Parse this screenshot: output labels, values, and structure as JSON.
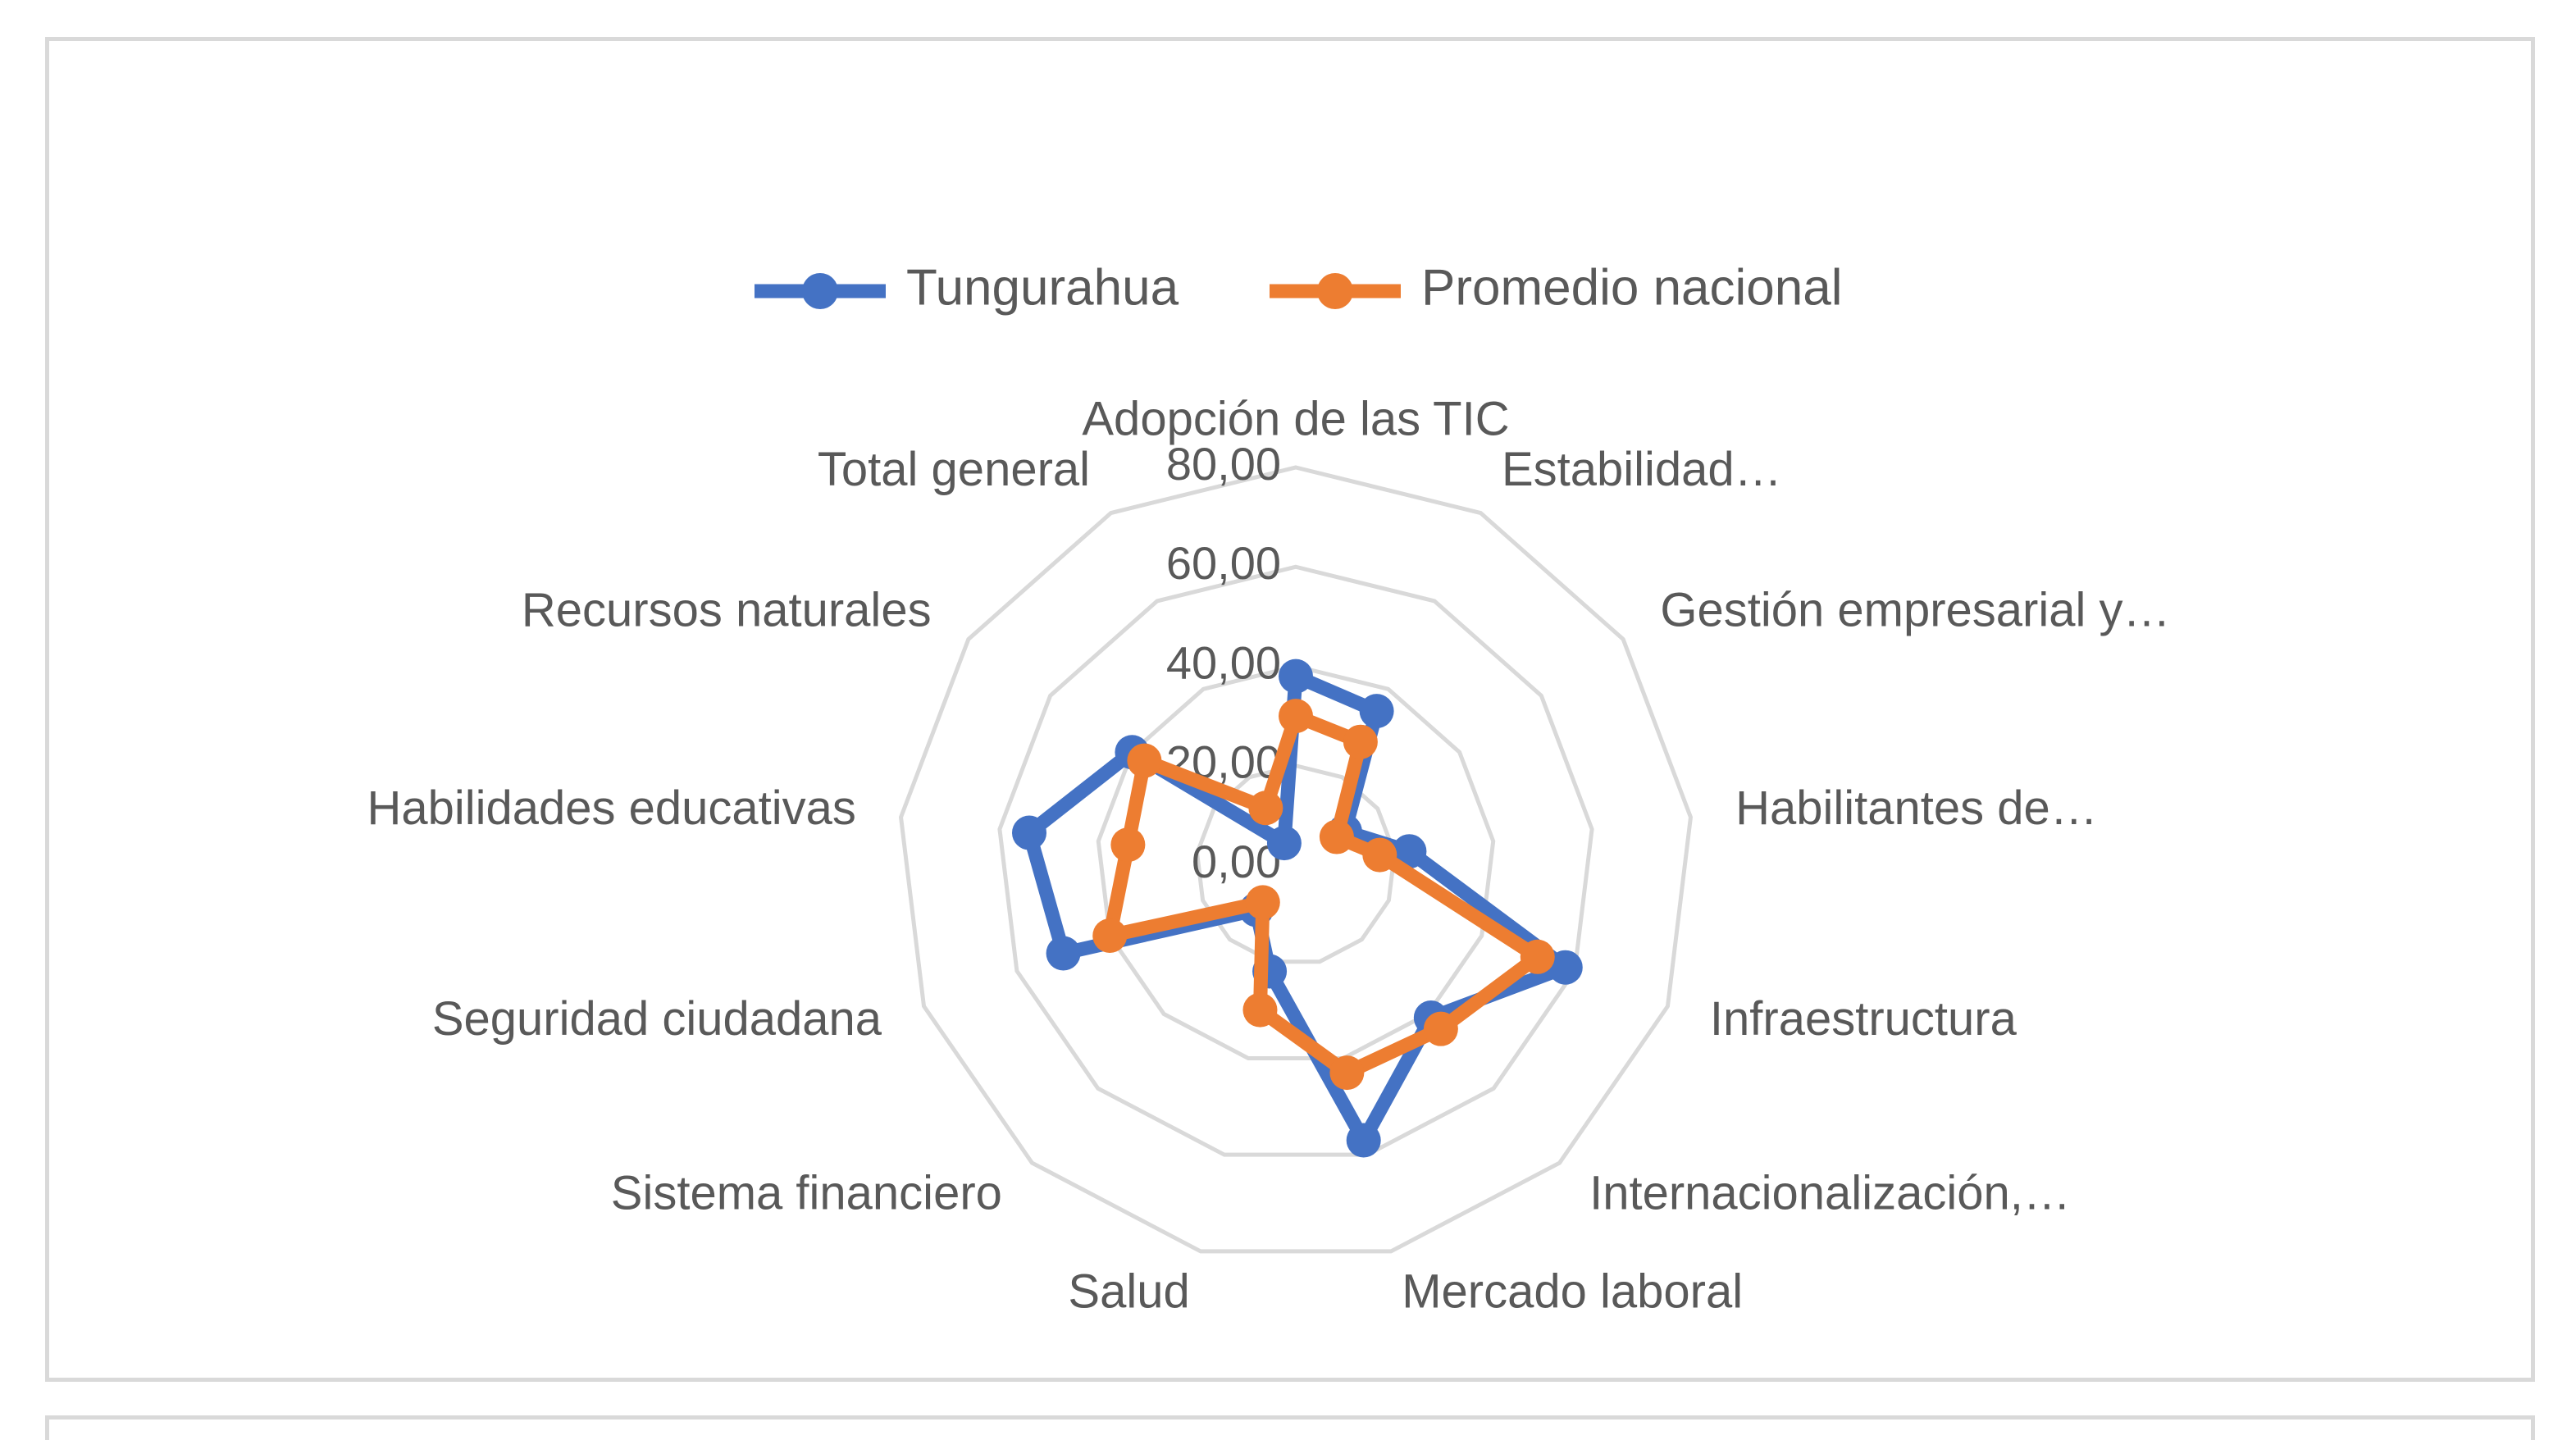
{
  "chart_data": {
    "type": "radar",
    "title": "",
    "categories": [
      "Adopción de las TIC",
      "Estabilidad…",
      "Gestión empresarial y…",
      "Habilitantes de…",
      "Infraestructura",
      "Internacionalización,…",
      "Mercado laboral",
      "Salud",
      "Sistema financiero",
      "Seguridad ciudadana",
      "Habilidades educativas",
      "Recursos naturales",
      "Total general"
    ],
    "radial_ticks": [
      "0,00",
      "20,00",
      "40,00",
      "60,00",
      "80,00"
    ],
    "radial_range": [
      0,
      80
    ],
    "grid": true,
    "legend_position": "top",
    "series": [
      {
        "name": "Tungurahua",
        "color": "#4472c4",
        "values": [
          38,
          35,
          12,
          23,
          58,
          41,
          57,
          22,
          12,
          50,
          54,
          40,
          5
        ]
      },
      {
        "name": "Promedio nacional",
        "color": "#ed7d31",
        "values": [
          30,
          28,
          10,
          17,
          52,
          44,
          43,
          30,
          10,
          40,
          34,
          37,
          13
        ]
      }
    ]
  }
}
